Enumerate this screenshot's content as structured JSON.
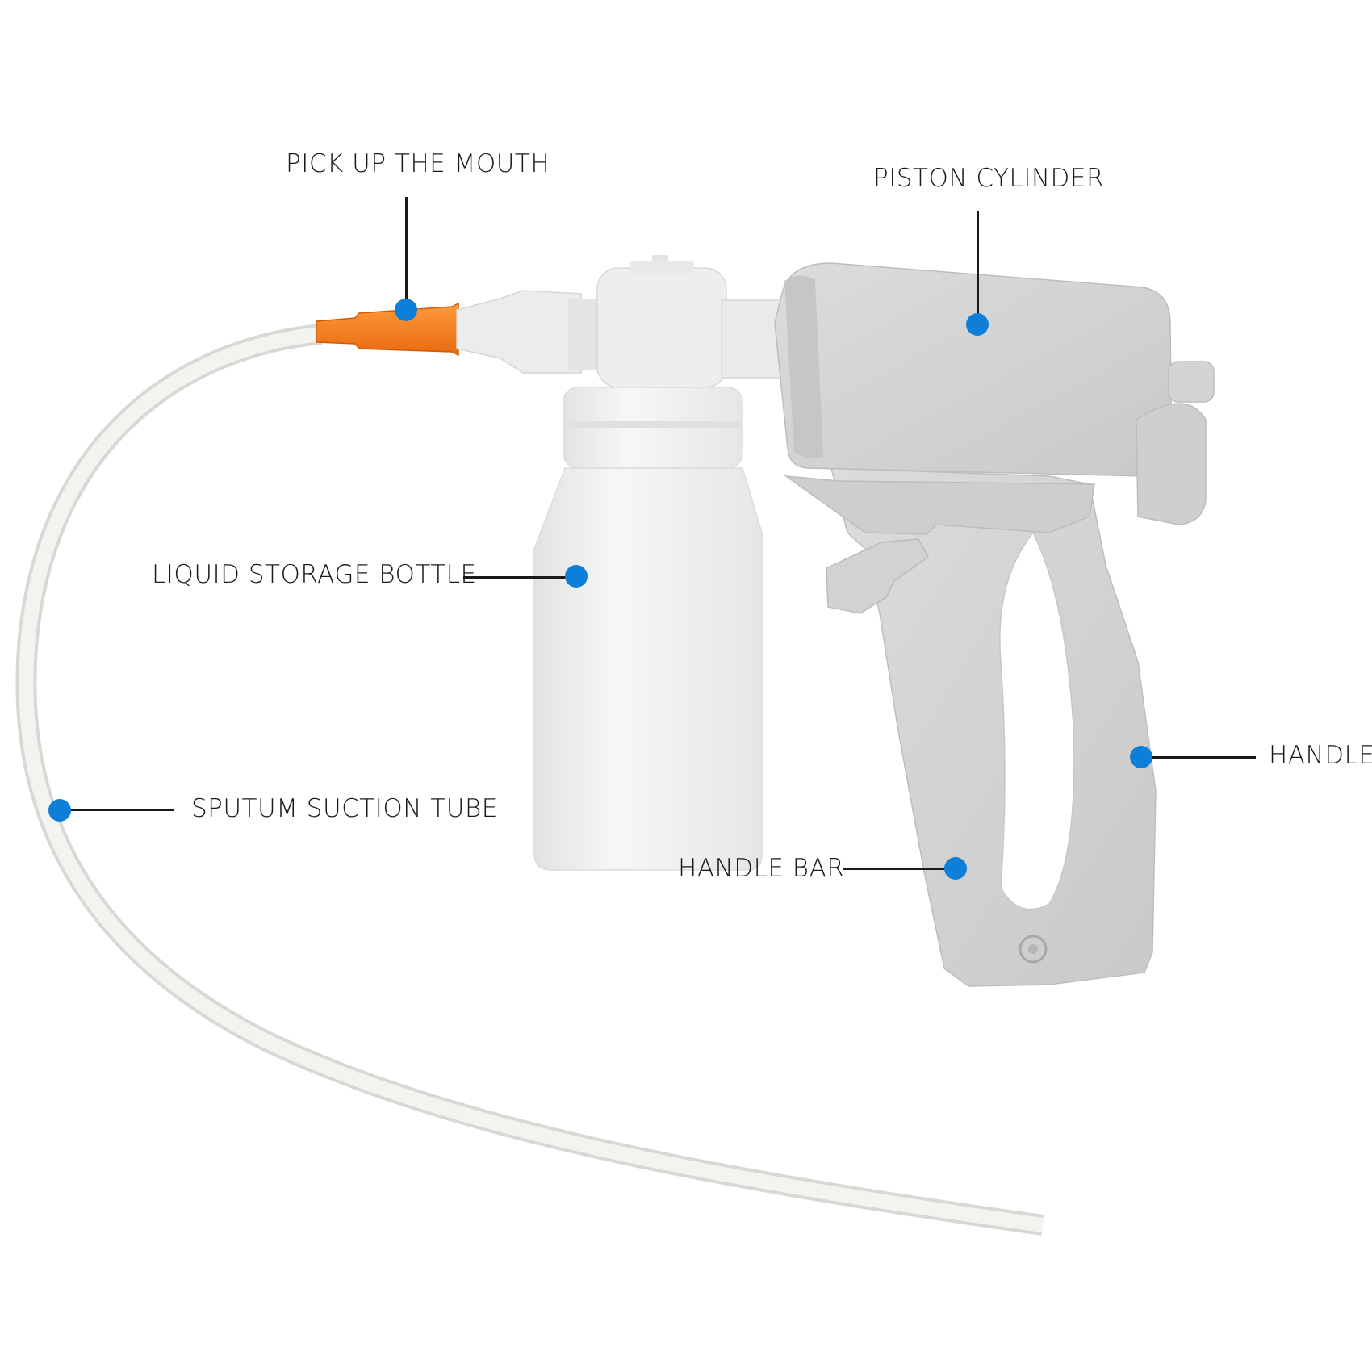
{
  "labels": {
    "mouth": "PICK UP THE MOUTH",
    "piston": "PISTON CYLINDER",
    "bottle": "LIQUID STORAGE BOTTLE",
    "tube": "SPUTUM SUCTION TUBE",
    "handle": "HANDLE",
    "handle_bar": "HANDLE BAR"
  },
  "colors": {
    "marker": "#0e7fd8",
    "connector": "#f07a1a",
    "body": "#d2d2d2",
    "bottle": "#f1f1f1",
    "tube": "#eeeeea"
  }
}
